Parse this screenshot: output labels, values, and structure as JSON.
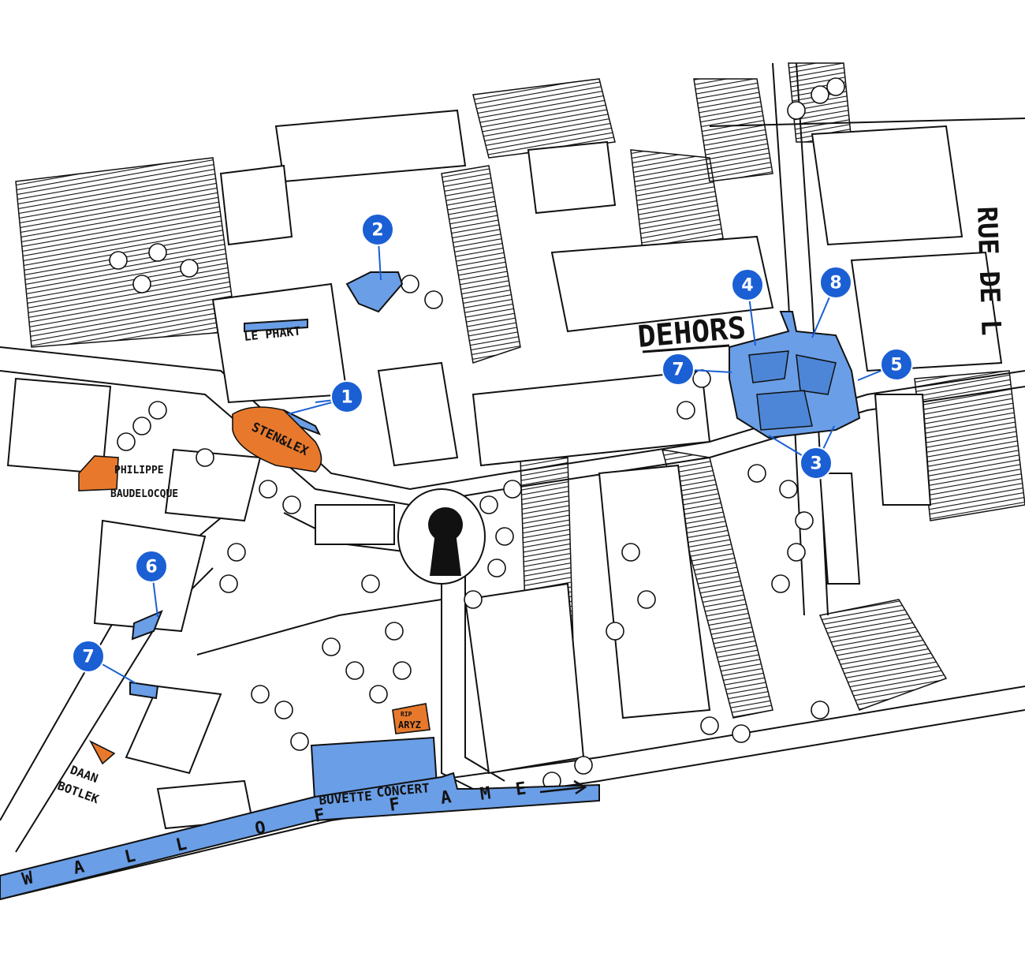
{
  "labels": {
    "dehors": "DEHORS",
    "rue": "RUE DE L",
    "le_phakt": "LE PHAKT",
    "sten_lex": "STEN&LEX",
    "philippe": "PHILIPPE",
    "baudelocque": "BAUDELOCQUE",
    "daan": "DAAN",
    "botlek": "BOTLEK",
    "rip": "RIP",
    "aryz": "ARYZ",
    "buvette": "BUVETTE",
    "concert": "CONCERT"
  },
  "wall_of_fame_letters": [
    "W",
    "A",
    "L",
    "L",
    "O",
    "F",
    "F",
    "A",
    "M",
    "E"
  ],
  "markers": [
    "1",
    "2",
    "3",
    "4",
    "5",
    "6",
    "7",
    "7",
    "8"
  ],
  "colors": {
    "highlight_blue": "#6a9ee6",
    "marker_blue": "#1a5fd4",
    "artist_orange": "#e8792c"
  }
}
